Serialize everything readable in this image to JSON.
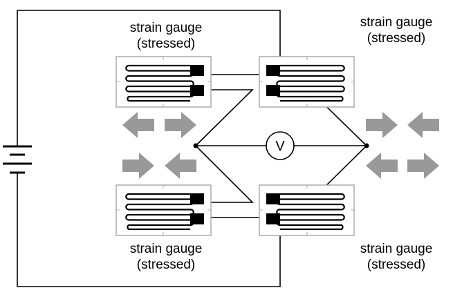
{
  "labels": {
    "top_left": {
      "line1": "strain gauge",
      "line2": "(stressed)"
    },
    "top_right": {
      "line1": "strain gauge",
      "line2": "(stressed)"
    },
    "bottom_left": {
      "line1": "strain gauge",
      "line2": "(stressed)"
    },
    "bottom_right": {
      "line1": "strain gauge",
      "line2": "(stressed)"
    }
  },
  "voltmeter": {
    "symbol": "V"
  },
  "colors": {
    "wire": "#000000",
    "arrow": "#999999",
    "gauge_frame": "#aaaaaa"
  }
}
